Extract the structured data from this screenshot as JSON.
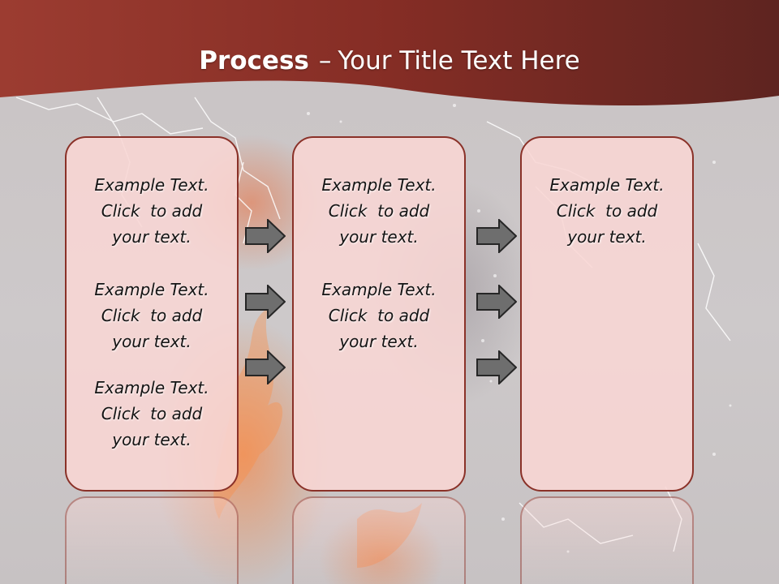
{
  "slide": {
    "title_bold": "Process",
    "title_dash": "–",
    "title_rest": "Your Title Text Here"
  },
  "columns": [
    {
      "items": [
        {
          "line1": "Example Text.",
          "line2": "Click  to add",
          "line3": "your text."
        },
        {
          "line1": "Example Text.",
          "line2": "Click  to add",
          "line3": "your text."
        },
        {
          "line1": "Example Text.",
          "line2": "Click  to add",
          "line3": "your text."
        }
      ]
    },
    {
      "items": [
        {
          "line1": "Example Text.",
          "line2": "Click  to add",
          "line3": "your text."
        },
        {
          "line1": "Example Text.",
          "line2": "Click  to add",
          "line3": "your text."
        }
      ]
    },
    {
      "items": [
        {
          "line1": "Example Text.",
          "line2": "Click  to add",
          "line3": "your text."
        }
      ]
    }
  ],
  "colors": {
    "header": "#8e2f26",
    "panel_border": "#8a3128",
    "panel_fill": "#f8d6d4",
    "arrow_fill": "#6e6e6e"
  }
}
